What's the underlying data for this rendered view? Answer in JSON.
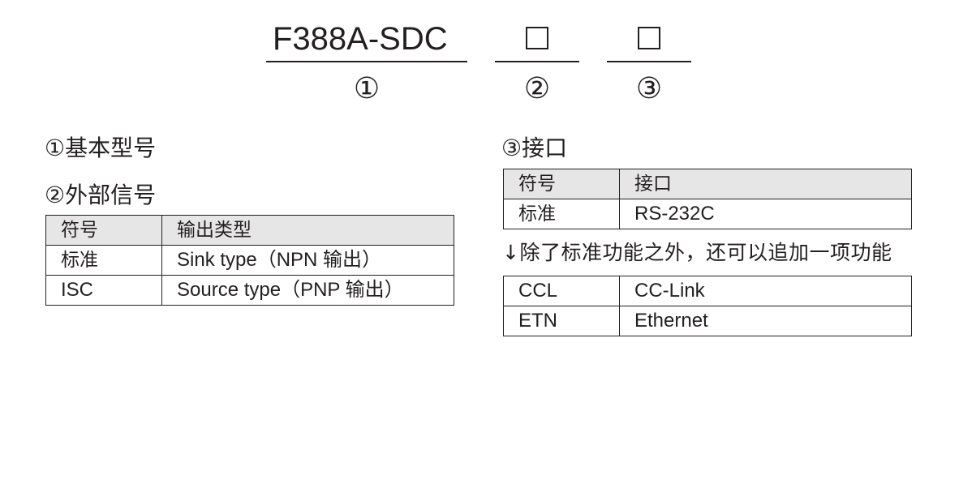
{
  "model": {
    "base": "F388A-SDC",
    "slot2": "",
    "slot3": "",
    "markers": [
      "①",
      "②",
      "③"
    ]
  },
  "section1": {
    "title": "①基本型号"
  },
  "section2": {
    "title": "②外部信号",
    "headers": [
      "符号",
      "输出类型"
    ],
    "rows": [
      [
        "标准",
        "Sink type（NPN 输出）"
      ],
      [
        "ISC",
        "Source type（PNP 输出）"
      ]
    ]
  },
  "section3": {
    "title": "③接口",
    "headers": [
      "符号",
      "接口"
    ],
    "rows": [
      [
        "标准",
        "RS-232C"
      ]
    ],
    "note": "↓除了标准功能之外，还可以追加一项功能",
    "options": [
      [
        "CCL",
        "CC-Link"
      ],
      [
        "ETN",
        "Ethernet"
      ]
    ]
  },
  "colors": {
    "text": "#231f20",
    "header_bg": "#e6e6e6"
  }
}
